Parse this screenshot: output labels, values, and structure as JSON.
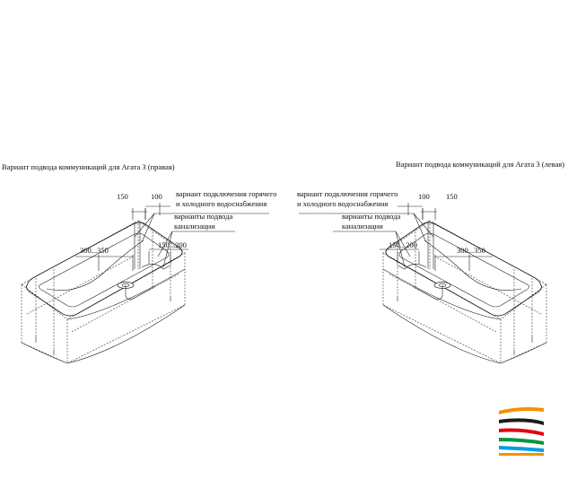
{
  "captions": {
    "right": "Вариант подвода коммуникаций для Агата 3 (правая)",
    "left": "Вариант подвода коммуникаций для Агата 3 (левая)"
  },
  "callouts": {
    "water_line1": "вариант подключения горячего",
    "water_line2": "и холодного водоснабжения",
    "drain_line1": "варианты подвода",
    "drain_line2": "канализации"
  },
  "dimensions": {
    "d150": "150",
    "d100": "100",
    "d300_350": "300...350",
    "d150_200": "150...200"
  },
  "logo": {
    "stripe_colors": [
      "#f39200",
      "#1d1d1b",
      "#e30613",
      "#009640",
      "#009ee3",
      "#f39200"
    ]
  }
}
